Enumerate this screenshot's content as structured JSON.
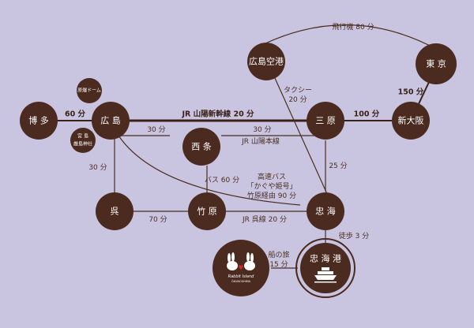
{
  "colors": {
    "background": "#c9c4df",
    "node": "#4b2a20",
    "line": "#4a2e22",
    "node_text": "#ffffff"
  },
  "nodes": {
    "hakata": "博 多",
    "hiroshima": "広 島",
    "atomic_dome": "原爆ドーム",
    "itsukushima": [
      "宮 島",
      "厳島神社"
    ],
    "saijo": "西 条",
    "mihara": "三 原",
    "shin_osaka": "新大阪",
    "tokyo": "東 京",
    "hiroshima_airport": "広島空港",
    "kure": "呉",
    "takehara": "竹 原",
    "tadanoumi": "忠 海",
    "tadanoumi_port": "忠 海 港",
    "rabbit_island": [
      "Rabbit Island",
      "ŌKUNOSHIMA"
    ]
  },
  "edges": {
    "hakata_hiroshima": "60 分",
    "shinkansen": "JR 山陽新幹線 20 分",
    "mihara_shinosaka": "100 分",
    "shinosaka_tokyo": "150 分",
    "airport_tokyo": "飛行機 80 分",
    "taxi": [
      "タクシー",
      "20 分"
    ],
    "hiroshima_saijo": "30 分",
    "saijo_mihara": "30 分",
    "sanyo_line": "JR 山陽本線",
    "hiroshima_kure": "30 分",
    "kure_takehara": "70 分",
    "bus_saijo_takehara": "バス 60 分",
    "highway_bus": [
      "高速バス",
      "「かぐや姫号」",
      "竹原経由 90 分"
    ],
    "kure_line": "JR 呉線 20 分",
    "mihara_tadanoumi": "25 分",
    "walk": "徒歩 3 分",
    "ferry": [
      "船の旅",
      "15 分"
    ]
  }
}
